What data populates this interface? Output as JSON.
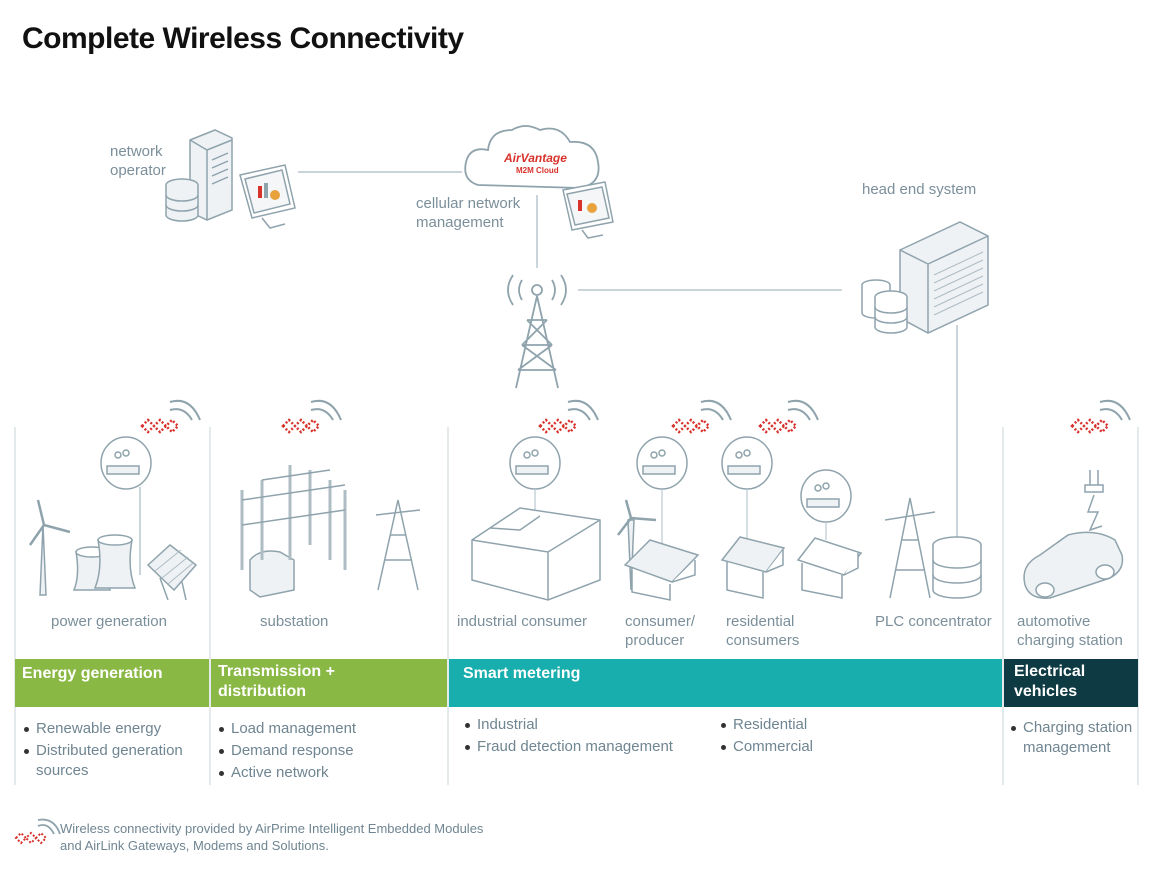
{
  "title": "Complete Wireless Connectivity",
  "top": {
    "network_operator": [
      "network",
      "operator"
    ],
    "cloud_brand": "AirVantage",
    "cloud_sub": "M2M Cloud",
    "cellular": [
      "cellular network",
      "management"
    ],
    "head_end": "head end system"
  },
  "devices": {
    "power_generation": "power generation",
    "substation": "substation",
    "industrial_consumer": "industrial consumer",
    "consumer_producer": [
      "consumer/",
      "producer"
    ],
    "residential": [
      "residential",
      "consumers"
    ],
    "plc": "PLC concentrator",
    "automotive": [
      "automotive",
      "charging station"
    ]
  },
  "bars": [
    {
      "label": [
        "Energy generation"
      ],
      "color": "#8ab844"
    },
    {
      "label": [
        "Transmission +",
        "distribution"
      ],
      "color": "#8ab844"
    },
    {
      "label": [
        "Smart metering"
      ],
      "color": "#18aead"
    },
    {
      "label": [
        "Electrical",
        "vehicles"
      ],
      "color": "#0e3b43"
    }
  ],
  "lists": {
    "energy": [
      "Renewable energy",
      "Distributed generation",
      "sources"
    ],
    "transmission": [
      "Load management",
      "Demand response",
      "Active network"
    ],
    "smart_left": [
      "Industrial",
      "Fraud detection management"
    ],
    "smart_right": [
      "Residential",
      "Commercial"
    ],
    "ev": [
      "Charging station",
      "management"
    ]
  },
  "footer": [
    "Wireless connectivity provided by AirPrime Intelligent Embedded Modules",
    "and AirLink Gateways, Modems and Solutions."
  ],
  "colors": {
    "line": "#b9c7cf",
    "stroke": "#8fa3ad",
    "accent": "#d8322c"
  }
}
